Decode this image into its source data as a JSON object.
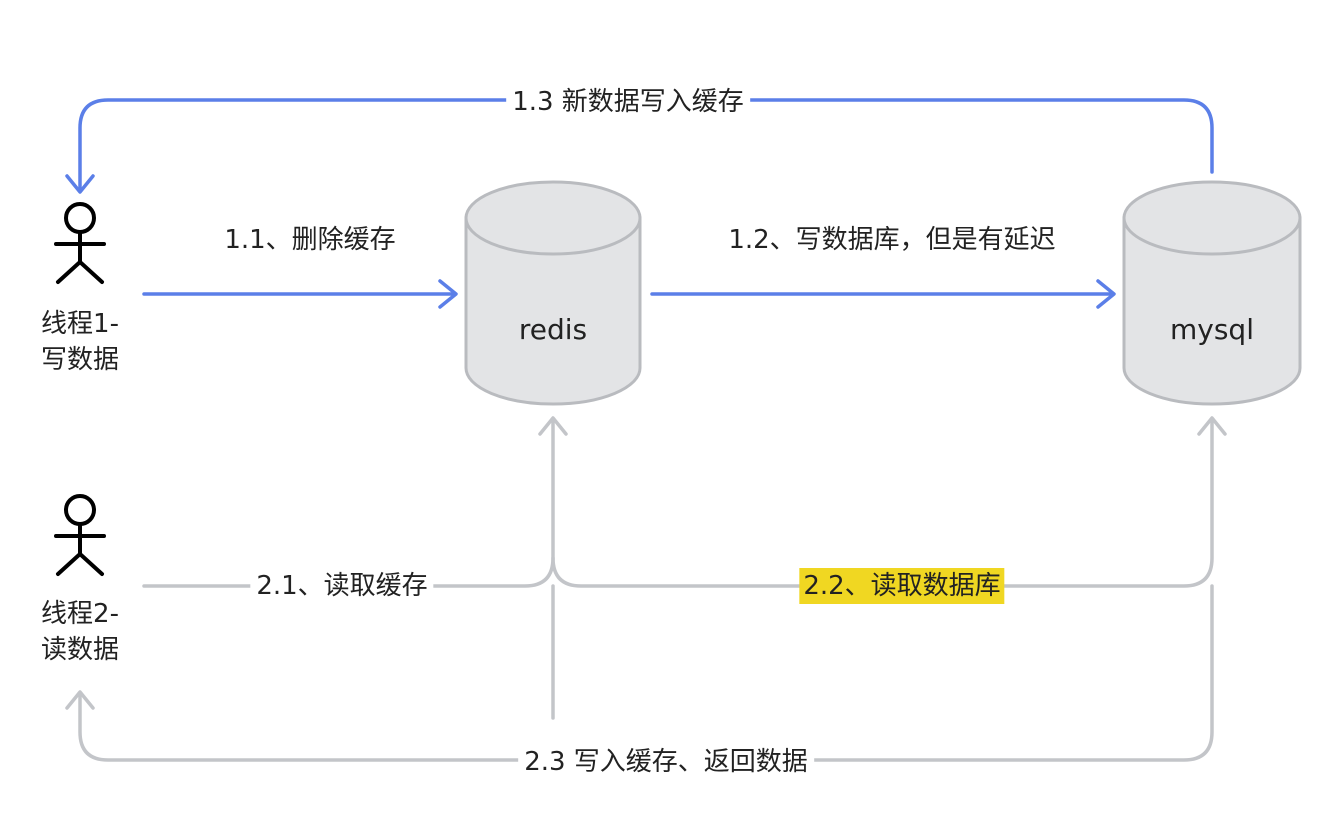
{
  "colors": {
    "blue": "#5B7FE8",
    "gray": "#C3C5C9",
    "db_fill": "#E3E4E6",
    "db_stroke": "#B9BBBF",
    "highlight": "#F0D722",
    "text": "#222222"
  },
  "actors": {
    "thread1": {
      "line1": "线程1-",
      "line2": "写数据"
    },
    "thread2": {
      "line1": "线程2-",
      "line2": "读数据"
    }
  },
  "databases": {
    "redis": {
      "label": "redis"
    },
    "mysql": {
      "label": "mysql"
    }
  },
  "edges": {
    "e1_1": {
      "label": "1.1、删除缓存"
    },
    "e1_2": {
      "label": "1.2、写数据库，但是有延迟"
    },
    "e1_3": {
      "label": "1.3 新数据写入缓存"
    },
    "e2_1": {
      "label": "2.1、读取缓存"
    },
    "e2_2": {
      "label": "2.2、读取数据库",
      "highlighted": true
    },
    "e2_3": {
      "label": "2.3 写入缓存、返回数据"
    }
  }
}
